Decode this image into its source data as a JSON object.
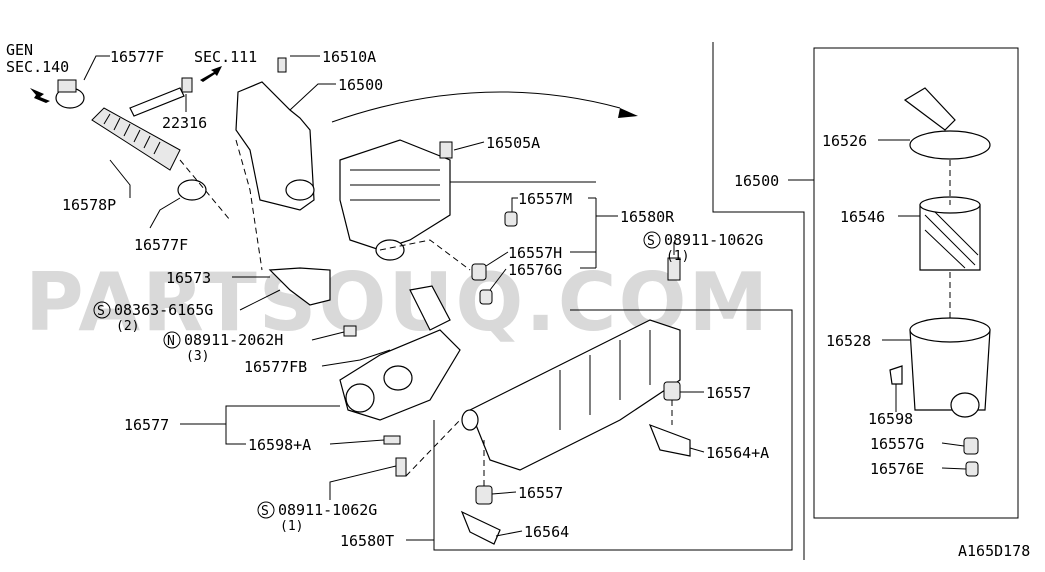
{
  "watermark": "PARTSOUQ.COM",
  "diagram_id": "A165D178",
  "refs": {
    "gen": "GEN",
    "sec140": "SEC.140",
    "sec111": "SEC.111"
  },
  "callouts": {
    "p16577F_top": "16577F",
    "p16510A": "16510A",
    "p16500_main": "16500",
    "p22316": "22316",
    "p16578P": "16578P",
    "p16505A": "16505A",
    "p16557M": "16557M",
    "p16580R": "16580R",
    "p16577F_mid": "16577F",
    "p16557H": "16557H",
    "p16576G": "16576G",
    "p16573": "16573",
    "p08363": "08363-6165G",
    "p08363_qty": "(2)",
    "p08911_2062H": "08911-2062H",
    "p08911_2062H_qty": "(3)",
    "p16577FB": "16577FB",
    "p16577": "16577",
    "p16598A": "16598+A",
    "p08911_1062G_top": "08911-1062G",
    "p08911_1062G_top_qty": "(1)",
    "p08911_1062G_bot": "08911-1062G",
    "p08911_1062G_bot_qty": "(1)",
    "p16557_a": "16557",
    "p16564A": "16564+A",
    "p16557_b": "16557",
    "p16564": "16564",
    "p16580T": "16580T",
    "p16500_inset": "16500",
    "p16526": "16526",
    "p16546": "16546",
    "p16528": "16528",
    "p16598": "16598",
    "p16557G": "16557G",
    "p16576E": "16576E"
  },
  "markers": {
    "s": "S",
    "n": "N"
  }
}
